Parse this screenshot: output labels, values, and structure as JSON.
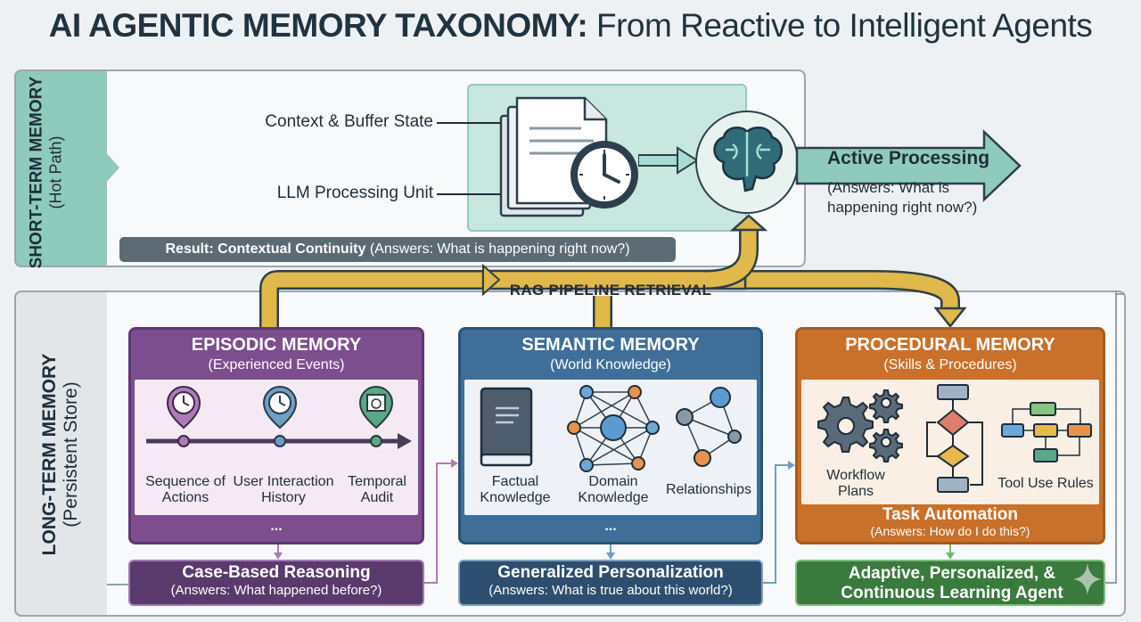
{
  "title": {
    "bold": "AI AGENTIC MEMORY TAXONOMY:",
    "rest": " From Reactive to Intelligent Agents"
  },
  "short_term": {
    "label": "SHORT-TERM MEMORY",
    "sublabel": "(Hot Path)",
    "context_label": "Context & Buffer State",
    "llm_label": "LLM Processing Unit",
    "result_bold": "Result: Contextual Continuity",
    "result_rest": " (Answers: What is happening right now?)",
    "active_title": "Active Processing",
    "active_sub": "(Answers: What is happening right now?)"
  },
  "rag": {
    "label": "RAG PIPELINE RETRIEVAL"
  },
  "long_term": {
    "label": "LONG-TERM MEMORY",
    "sublabel": "(Persistent Store)"
  },
  "episodic": {
    "title": "EPISODIC MEMORY",
    "subtitle": "(Experienced Events)",
    "items": [
      "Sequence of Actions",
      "User Interaction History",
      "Temporal Audit"
    ],
    "dots": "...",
    "output_title": "Case-Based Reasoning",
    "output_sub": "(Answers: What happened before?)"
  },
  "semantic": {
    "title": "SEMANTIC MEMORY",
    "subtitle": "(World Knowledge)",
    "items": [
      "Factual Knowledge",
      "Domain Knowledge",
      "Relationships"
    ],
    "dots": "...",
    "output_title": "Generalized Personalization",
    "output_sub": "(Answers: What is true about this world?)"
  },
  "procedural": {
    "title": "PROCEDURAL MEMORY",
    "subtitle": "(Skills & Procedures)",
    "items": [
      "Workflow Plans",
      "Tool Use Rules"
    ],
    "task_title": "Task Automation",
    "task_sub": "(Answers: How do I do this?)",
    "output_title": "Adaptive, Personalized, & Continuous Learning Agent"
  },
  "colors": {
    "short_term": "#8fcbbc",
    "episodic": "#7c4e8e",
    "semantic": "#3f6f98",
    "procedural": "#c9702a",
    "outcome": "#3a7a3c",
    "rag": "#e0b94a"
  }
}
